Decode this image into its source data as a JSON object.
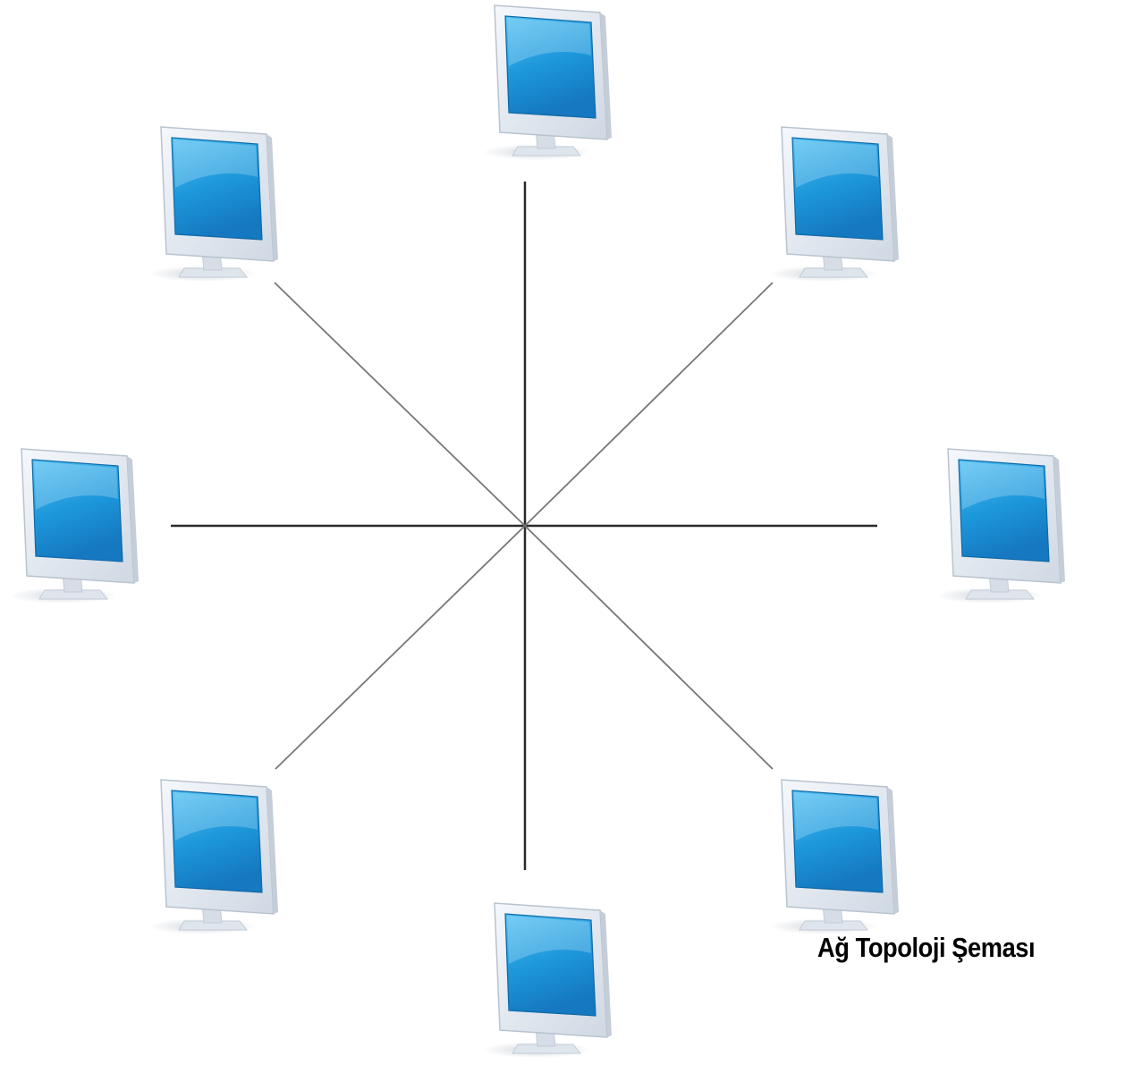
{
  "diagram": {
    "type": "star-topology",
    "caption": "Ağ Topoloji Şeması",
    "nodes": [
      {
        "name": "monitor-top",
        "icon": "computer-monitor-icon"
      },
      {
        "name": "monitor-top-right",
        "icon": "computer-monitor-icon"
      },
      {
        "name": "monitor-right",
        "icon": "computer-monitor-icon"
      },
      {
        "name": "monitor-bottom-right",
        "icon": "computer-monitor-icon"
      },
      {
        "name": "monitor-bottom",
        "icon": "computer-monitor-icon"
      },
      {
        "name": "monitor-bottom-left",
        "icon": "computer-monitor-icon"
      },
      {
        "name": "monitor-left",
        "icon": "computer-monitor-icon"
      },
      {
        "name": "monitor-top-left",
        "icon": "computer-monitor-icon"
      }
    ],
    "colors": {
      "screen": "#1e98dc",
      "bezel": "#e6ecf3",
      "link_dark": "#2a2a2a",
      "link_light": "#777777"
    }
  }
}
